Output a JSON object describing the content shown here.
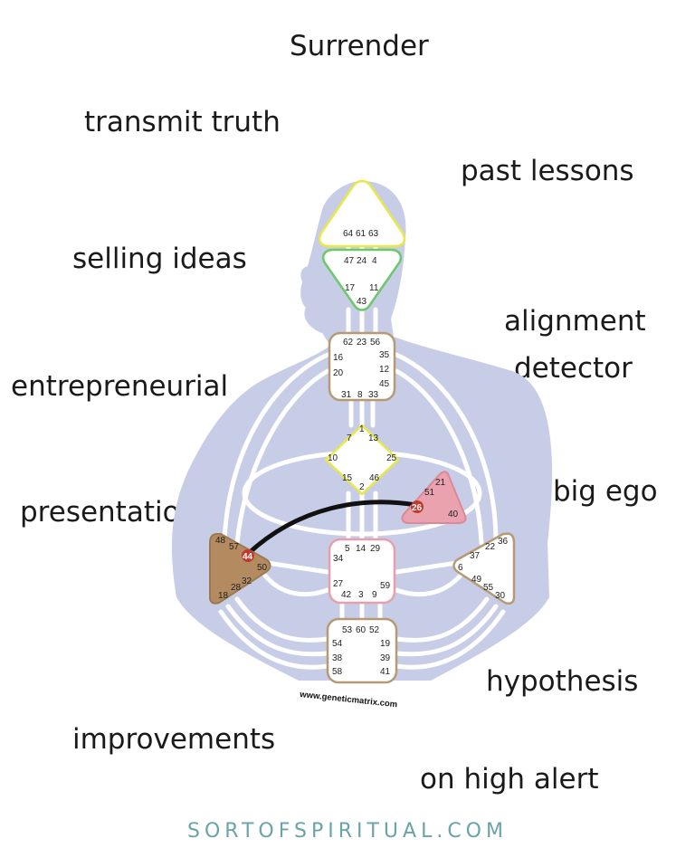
{
  "labels": {
    "surrender": "Surrender",
    "transmit_truth": "transmit truth",
    "past_lessons": "past lessons",
    "selling_ideas": "selling ideas",
    "alignment": "alignment",
    "detector": "detector",
    "entrepreneurial": "entrepreneurial",
    "big_ego": "big ego",
    "presentation": "presentation",
    "hypothesis": "hypothesis",
    "improvements": "improvements",
    "on_high_alert": "on high alert"
  },
  "watermark": "www.geneticmatrix.com",
  "footer": "SORTOFSPIRITUAL.COM",
  "centers": {
    "head": {
      "gates": [
        "64",
        "61",
        "63"
      ],
      "color": "#e8e84a"
    },
    "ajna": {
      "gates": [
        "47",
        "24",
        "4",
        "17",
        "11",
        "43"
      ],
      "color": "#6cc86a"
    },
    "throat": {
      "gates": [
        "62",
        "23",
        "56",
        "16",
        "35",
        "20",
        "12",
        "45",
        "31",
        "8",
        "33"
      ],
      "color": "#b59a73"
    },
    "g": {
      "gates": [
        "1",
        "7",
        "13",
        "10",
        "25",
        "15",
        "46",
        "2"
      ],
      "color": "#e8e84a"
    },
    "heart": {
      "gates": [
        "21",
        "51",
        "26",
        "40"
      ],
      "color": "#e7a0aa"
    },
    "spleen": {
      "gates": [
        "48",
        "57",
        "44",
        "50",
        "32",
        "28",
        "18"
      ],
      "color": "#b48b60"
    },
    "sacral": {
      "gates": [
        "5",
        "14",
        "29",
        "34",
        "27",
        "59",
        "42",
        "3",
        "9"
      ],
      "color": "#e7a0aa"
    },
    "solar_plexus": {
      "gates": [
        "22",
        "36",
        "37",
        "6",
        "49",
        "55",
        "30"
      ],
      "color": "#b59a73"
    },
    "root": {
      "gates": [
        "53",
        "60",
        "52",
        "54",
        "19",
        "38",
        "39",
        "58",
        "41"
      ],
      "color": "#b59a73"
    }
  },
  "active_channel": [
    "44",
    "26"
  ],
  "colors": {
    "silhouette": "#c7cde6",
    "channel": "#111111",
    "active_gate": "#c0392b",
    "footer": "#6aa3a9"
  }
}
